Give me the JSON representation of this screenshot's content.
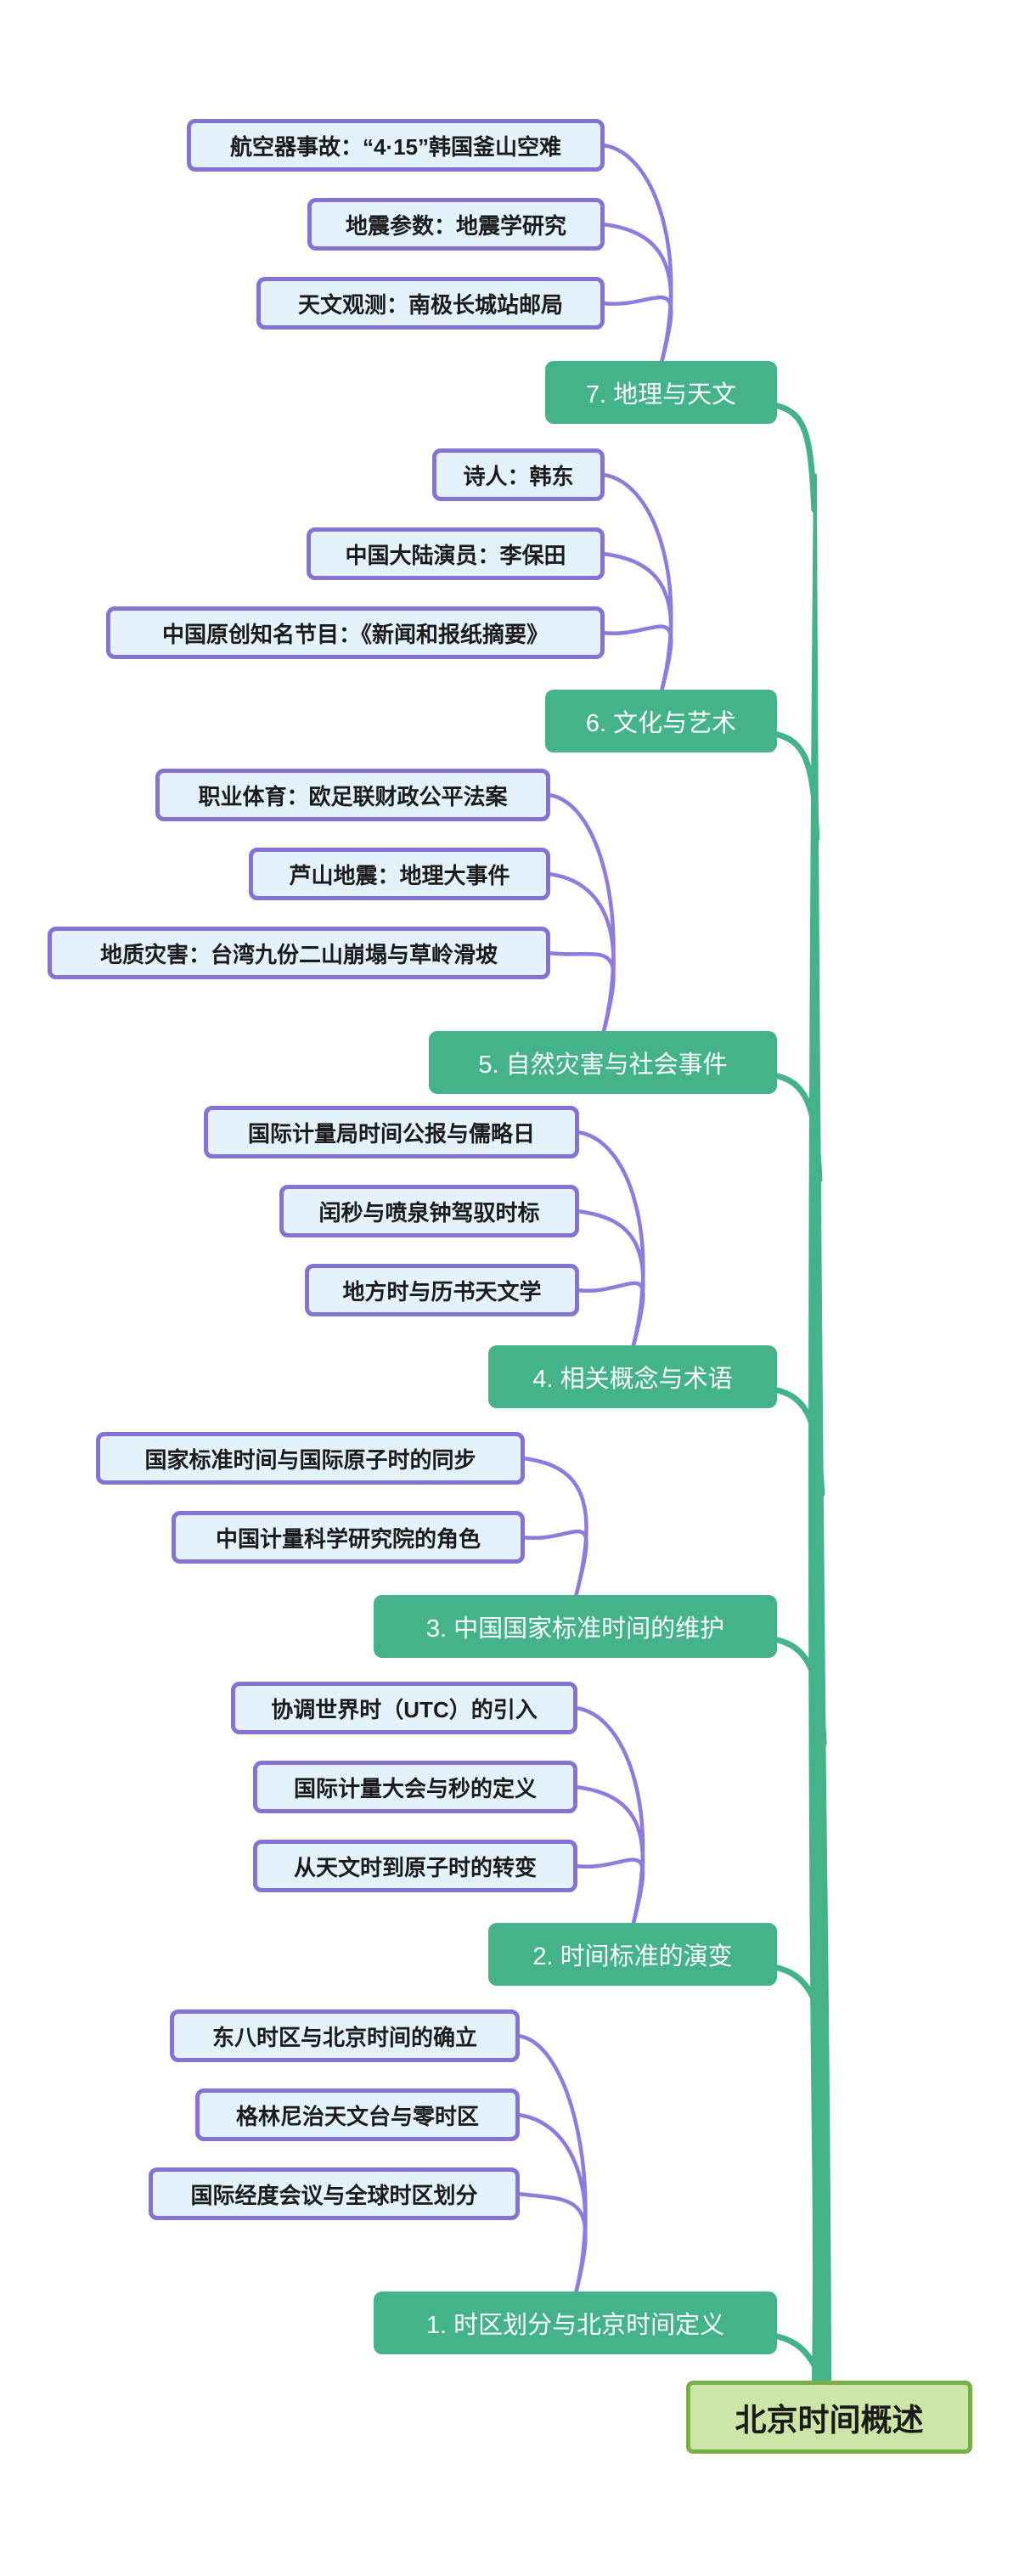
{
  "diagram": {
    "root": {
      "label": "北京时间概述"
    },
    "branches": [
      {
        "label": "7. 地理与天文",
        "children": [
          "航空器事故：“4·15”韩国釜山空难",
          "地震参数：地震学研究",
          "天文观测：南极长城站邮局"
        ]
      },
      {
        "label": "6. 文化与艺术",
        "children": [
          "诗人：韩东",
          "中国大陆演员：李保田",
          "中国原创知名节目：《新闻和报纸摘要》"
        ]
      },
      {
        "label": "5. 自然灾害与社会事件",
        "children": [
          "职业体育：欧足联财政公平法案",
          "芦山地震：地理大事件",
          "地质灾害：台湾九份二山崩塌与草岭滑坡"
        ]
      },
      {
        "label": "4. 相关概念与术语",
        "children": [
          "国际计量局时间公报与儒略日",
          "闰秒与喷泉钟驾驭时标",
          "地方时与历书天文学"
        ]
      },
      {
        "label": "3. 中国国家标准时间的维护",
        "children": [
          "国家标准时间与国际原子时的同步",
          "中国计量科学研究院的角色"
        ]
      },
      {
        "label": "2. 时间标准的演变",
        "children": [
          "协调世界时（UTC）的引入",
          "国际计量大会与秒的定义",
          "从天文时到原子时的转变"
        ]
      },
      {
        "label": "1. 时区划分与北京时间定义",
        "children": [
          "东八时区与北京时间的确立",
          "格林尼治天文台与零时区",
          "国际经度会议与全球时区划分"
        ]
      }
    ],
    "colors": {
      "branch_green": "#45B389",
      "leaf_fill": "#E4F2FC",
      "leaf_border": "#8672D5",
      "leaf_line": "#8F7ADE",
      "root_fill": "#CDE5A6",
      "root_border": "#77B045",
      "text": "#1B1B1B"
    }
  }
}
